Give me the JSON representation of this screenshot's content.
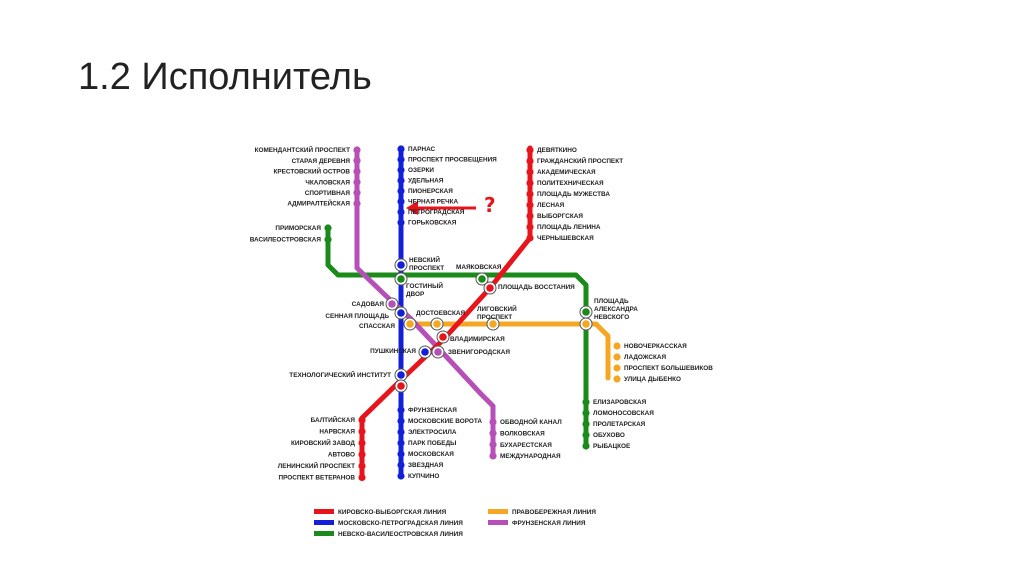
{
  "slide": {
    "title": "1.2 Исполнитель"
  },
  "colors": {
    "red": "#e8141b",
    "blue": "#1420d8",
    "green": "#1a8a1a",
    "orange": "#f5a623",
    "purple": "#b650b8"
  },
  "annotation": {
    "question_mark": "?"
  },
  "lines": {
    "purple_top": [
      "КОМЕНДАНТСКИЙ ПРОСПЕКТ",
      "СТАРАЯ ДЕРЕВНЯ",
      "КРЕСТОВСКИЙ ОСТРОВ",
      "ЧКАЛОВСКАЯ",
      "СПОРТИВНАЯ",
      "АДМИРАЛТЕЙСКАЯ"
    ],
    "blue_top": [
      "ПАРНАС",
      "ПРОСПЕКТ ПРОСВЕЩЕНИЯ",
      "ОЗЕРКИ",
      "УДЕЛЬНАЯ",
      "ПИОНЕРСКАЯ",
      "ЧЕРНАЯ РЕЧКА",
      "ПЕТРОГРАДСКАЯ",
      "ГОРЬКОВСКАЯ"
    ],
    "red_top": [
      "ДЕВЯТКИНО",
      "ГРАЖДАНСКИЙ ПРОСПЕКТ",
      "АКАДЕМИЧЕСКАЯ",
      "ПОЛИТЕХНИЧЕСКАЯ",
      "ПЛОЩАДЬ МУЖЕСТВА",
      "ЛЕСНАЯ",
      "ВЫБОРГСКАЯ",
      "ПЛОЩАДЬ ЛЕНИНА",
      "ЧЕРНЫШЕВСКАЯ"
    ],
    "green_west": [
      "ПРИМОРСКАЯ",
      "ВАСИЛЕОСТРОВСКАЯ"
    ],
    "orange_east": [
      "НОВОЧЕРКАССКАЯ",
      "ЛАДОЖСКАЯ",
      "ПРОСПЕКТ БОЛЬШЕВИКОВ",
      "УЛИЦА ДЫБЕНКО"
    ],
    "green_south": [
      "ЕЛИЗАРОВСКАЯ",
      "ЛОМОНОСОВСКАЯ",
      "ПРОЛЕТАРСКАЯ",
      "ОБУХОВО",
      "РЫБАЦКОЕ"
    ],
    "red_bottom": [
      "БАЛТИЙСКАЯ",
      "НАРВСКАЯ",
      "КИРОВСКИЙ ЗАВОД",
      "АВТОВО",
      "ЛЕНИНСКИЙ ПРОСПЕКТ",
      "ПРОСПЕКТ ВЕТЕРАНОВ"
    ],
    "blue_bottom": [
      "ФРУНЗЕНСКАЯ",
      "МОСКОВСКИЕ ВОРОТА",
      "ЭЛЕКТРОСИЛА",
      "ПАРК ПОБЕДЫ",
      "МОСКОВСКАЯ",
      "ЗВЕЗДНАЯ",
      "КУПЧИНО"
    ],
    "purple_bottom": [
      "ОБВОДНОЙ КАНАЛ",
      "ВОЛКОВСКАЯ",
      "БУХАРЕСТСКАЯ",
      "МЕЖДУНАРОДНАЯ"
    ]
  },
  "central": {
    "nevsky_1": "НЕВСКИЙ",
    "nevsky_2": "ПРОСПЕКТ",
    "gostiny_1": "ГОСТИНЫЙ",
    "gostiny_2": "ДВОР",
    "mayakovskaya": "МАЯКОВСКАЯ",
    "vosstaniya": "ПЛОЩАДЬ ВОССТАНИЯ",
    "ligovsky_1": "ЛИГОВСКИЙ",
    "ligovsky_2": "ПРОСПЕКТ",
    "nevskogo_1": "ПЛОЩАДЬ",
    "nevskogo_2": "АЛЕКСАНДРА",
    "nevskogo_3": "НЕВСКОГО",
    "sadovaya": "САДОВАЯ",
    "sennaya": "СЕННАЯ ПЛОЩАДЬ",
    "spasskaya": "СПАССКАЯ",
    "dostoevskaya": "ДОСТОЕВСКАЯ",
    "vladimirskaya": "ВЛАДИМИРСКАЯ",
    "pushkinskaya": "ПУШКИНСКАЯ",
    "zvenigorodskaya": "ЗВЕНИГОРОДСКАЯ",
    "tech_institute": "ТЕХНОЛОГИЧЕСКИЙ ИНСТИТУТ"
  },
  "legend": [
    {
      "label": "КИРОВСКО-ВЫБОРГСКАЯ ЛИНИЯ",
      "color": "#e8141b"
    },
    {
      "label": "МОСКОВСКО-ПЕТРОГРАДСКАЯ ЛИНИЯ",
      "color": "#1420d8"
    },
    {
      "label": "НЕВСКО-ВАСИЛЕОСТРОВСКАЯ ЛИНИЯ",
      "color": "#1a8a1a"
    },
    {
      "label": "ПРАВОБЕРЕЖНАЯ ЛИНИЯ",
      "color": "#f5a623"
    },
    {
      "label": "ФРУНЗЕНСКАЯ ЛИНИЯ",
      "color": "#b650b8"
    }
  ]
}
